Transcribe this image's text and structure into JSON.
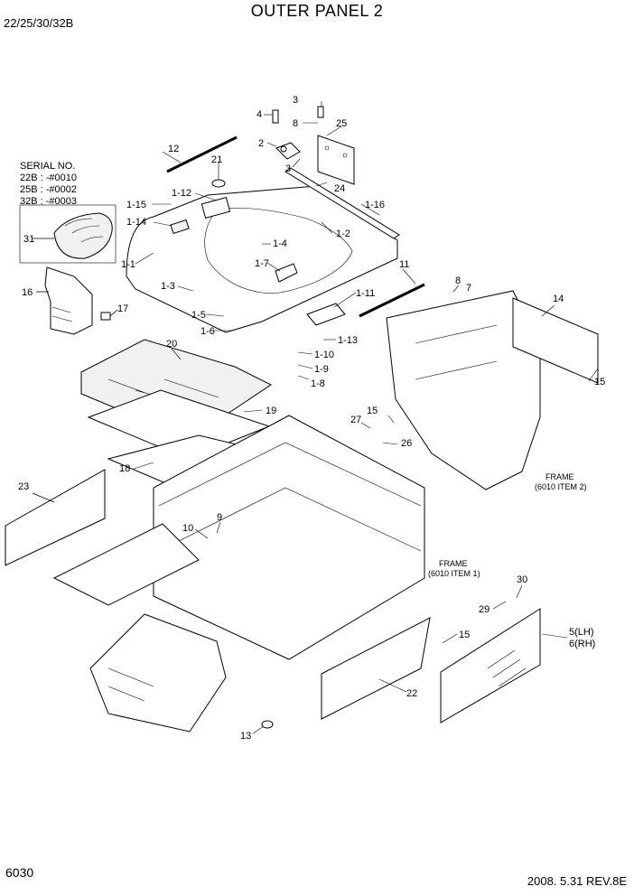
{
  "header": {
    "title": "OUTER PANEL 2",
    "models": "22/25/30/32B"
  },
  "serial": {
    "heading": "SERIAL NO.",
    "lines": [
      "22B : -#0010",
      "25B : -#0002",
      "32B : -#0003"
    ]
  },
  "footer": {
    "page_number": "6030",
    "revision": "2008. 5.31  REV.8E"
  },
  "frame_notes": {
    "frame_a": {
      "title": "FRAME",
      "ref": "(6010 ITEM 2)"
    },
    "frame_b": {
      "title": "FRAME",
      "ref": "(6010 ITEM 1)"
    }
  },
  "part_labels": [
    "3",
    "4",
    "8",
    "25",
    "2",
    "12",
    "21",
    "3",
    "24",
    "1-15",
    "1-12",
    "1-16",
    "1-14",
    "1-2",
    "31",
    "1-4",
    "1-1",
    "1-7",
    "11",
    "8",
    "7",
    "16",
    "1-3",
    "17",
    "1-11",
    "14",
    "1-5",
    "1-6",
    "1-13",
    "1-10",
    "1-9",
    "1-8",
    "20",
    "19",
    "15",
    "27",
    "26",
    "15",
    "18",
    "23",
    "9",
    "10",
    "30",
    "29",
    "5(LH)",
    "6(RH)",
    "15",
    "22",
    "13"
  ]
}
